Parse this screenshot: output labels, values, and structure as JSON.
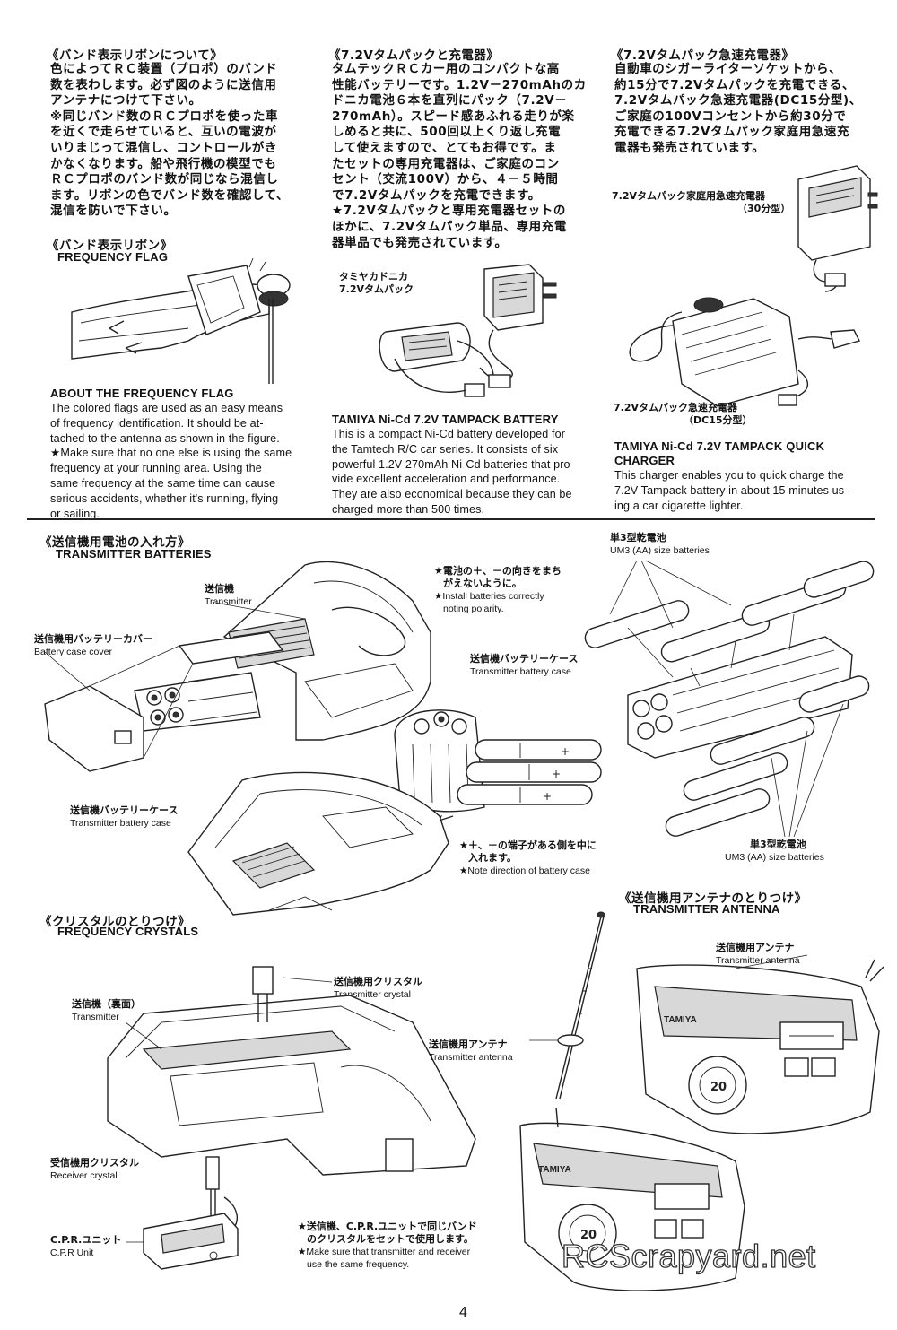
{
  "section_band": {
    "heading_jp": "《バンド表示リボンについて》",
    "body_jp": [
      "色によってＲＣ装置（プロポ）のバンド",
      "数を表わします。必ず図のように送信用",
      "アンテナにつけて下さい。",
      "※同じバンド数のＲＣプロポを使った車",
      "を近くで走らせていると、互いの電波が",
      "いりまじって混信し、コントロールがき",
      "かなくなります。船や飛行機の模型でも",
      "ＲＣプロポのバンド数が同じなら混信し",
      "ます。リボンの色でバンド数を確認して、",
      "混信を防いで下さい。"
    ],
    "figure_heading_jp": "《バンド表示リボン》",
    "figure_heading_en": "FREQUENCY FLAG",
    "about_heading_en": "ABOUT THE FREQUENCY FLAG",
    "about_body_en": [
      "The colored flags are used as an easy means",
      "of frequency identification. It should be at-",
      "tached to the antenna as shown in the figure.",
      "★Make sure that no one else is using the same",
      "frequency at your running area. Using the",
      "same frequency at the same time can cause",
      "serious accidents, whether it's running, flying",
      "or sailing."
    ]
  },
  "section_tampack": {
    "heading_jp": "《7.2Vタムパックと充電器》",
    "body_jp": [
      "タムテックＲＣカー用のコンパクトな高",
      "性能バッテリーです。1.2V－270mAhのカ",
      "ドニカ電池６本を直列にパック（7.2V－",
      "270mAh）。スピード感あふれる走りが楽",
      "しめると共に、500回以上くり返し充電",
      "して使えますので、とてもお得です。ま",
      "たセットの専用充電器は、ご家庭のコン",
      "セント（交流100V）から、４－５時間",
      "で7.2Vタムパックを充電できます。",
      "★7.2Vタムパックと専用充電器セットの",
      "ほかに、7.2Vタムパック単品、専用充電",
      "器単品でも発売されています。"
    ],
    "fig_label_jp": [
      "タミヤカドニカ",
      "7.2Vタムパック"
    ],
    "en_heading": "TAMIYA Ni-Cd 7.2V TAMPACK BATTERY",
    "en_body": [
      "This is a compact Ni-Cd battery developed for",
      "the Tamtech R/C car series. It consists of six",
      "powerful 1.2V-270mAh Ni-Cd batteries that pro-",
      "vide excellent acceleration and performance.",
      "They are also economical because they can be",
      "charged more than 500 times."
    ]
  },
  "section_quick": {
    "heading_jp": "《7.2Vタムパック急速充電器》",
    "body_jp": [
      "自動車のシガーライターソケットから、",
      "約15分で7.2Vタムパックを充電できる、",
      "7.2Vタムパック急速充電器(DC15分型)、",
      "ご家庭の100Vコンセントから約30分で",
      "充電できる7.2Vタムパック家庭用急速充",
      "電器も発売されています。"
    ],
    "home_charger_label": [
      "7.2Vタムパック家庭用急速充電器",
      "（30分型）"
    ],
    "dc_charger_label": [
      "7.2Vタムパック急速充電器",
      "（DC15分型）"
    ],
    "en_heading": [
      "TAMIYA Ni-Cd 7.2V TAMPACK QUICK",
      "CHARGER"
    ],
    "en_body": [
      "This charger enables you to quick charge the",
      "7.2V Tampack battery in about 15 minutes us-",
      "ing a car cigarette lighter."
    ]
  },
  "section_tx_batteries": {
    "heading_jp": "《送信機用電池の入れ方》",
    "heading_en": "TRANSMITTER BATTERIES",
    "transmitter_jp": "送信機",
    "transmitter_en": "Transmitter",
    "cover_jp": "送信機用バッテリーカバー",
    "cover_en": "Battery case cover",
    "polarity_jp": [
      "★電池の＋、－の向きをまち",
      "がえないように。"
    ],
    "polarity_en": [
      "★Install batteries correctly",
      "noting polarity."
    ],
    "case_jp": "送信機バッテリーケース",
    "case_en": "Transmitter battery case",
    "case2_jp": "送信機バッテリーケース",
    "case2_en": "Transmitter battery case",
    "direction_jp": [
      "★＋、－の端子がある側を中に",
      "入れます。"
    ],
    "direction_en": "★Note direction of battery case",
    "um3_top_jp": "単3型乾電池",
    "um3_top_en": "UM3 (AA) size batteries",
    "um3_bottom_jp": "単3型乾電池",
    "um3_bottom_en": "UM3 (AA) size batteries"
  },
  "section_crystals": {
    "heading_jp": "《クリスタルのとりつけ》",
    "heading_en": "FREQUENCY CRYSTALS",
    "tx_back_jp": "送信機（裏面）",
    "tx_back_en": "Transmitter",
    "tx_crystal_jp": "送信機用クリスタル",
    "tx_crystal_en": "Transmitter crystal",
    "rx_crystal_jp": "受信機用クリスタル",
    "rx_crystal_en": "Receiver crystal",
    "cpr_jp": "C.P.R.ユニット",
    "cpr_en": "C.P.R Unit",
    "note_jp": [
      "★送信機、C.P.R.ユニットで同じバンド",
      "のクリスタルをセットで使用します。"
    ],
    "note_en": [
      "★Make sure that transmitter and receiver",
      "use the same frequency."
    ]
  },
  "section_antenna": {
    "heading_jp": "《送信機用アンテナのとりつけ》",
    "heading_en": "TRANSMITTER ANTENNA",
    "ant_top_jp": "送信機用アンテナ",
    "ant_top_en": "Transmitter antenna",
    "ant_mid_jp": "送信機用アンテナ",
    "ant_mid_en": "Transmitter antenna",
    "device_text": [
      "TAMIYA",
      "20"
    ]
  },
  "watermark": "RCScrapyard.net",
  "page_number": "4",
  "colors": {
    "ink": "#222222",
    "paper": "#ffffff",
    "shade": "#d8d8d8"
  }
}
